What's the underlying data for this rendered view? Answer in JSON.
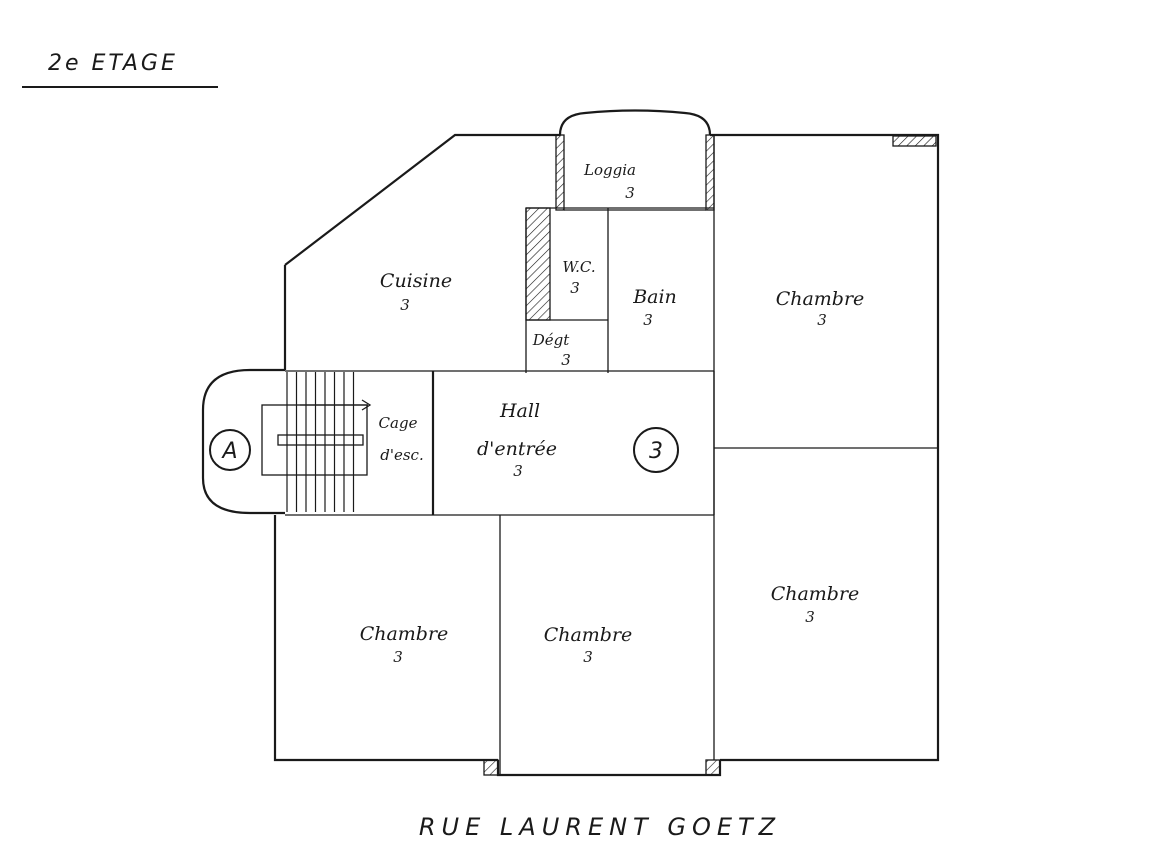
{
  "floor_title": "2e ETAGE",
  "street_name": "RUE LAURENT GOETZ",
  "markers": {
    "stair_marker": "A",
    "apartment_marker": "3"
  },
  "rooms": {
    "loggia": {
      "name": "Loggia",
      "num": "3"
    },
    "cuisine": {
      "name": "Cuisine",
      "num": "3"
    },
    "wc": {
      "name": "W.C.",
      "num": "3"
    },
    "degt": {
      "name": "Dégt",
      "num": "3"
    },
    "bain": {
      "name": "Bain",
      "num": "3"
    },
    "chambre_ne": {
      "name": "Chambre",
      "num": "3"
    },
    "cage_line1": "Cage",
    "cage_line2": "d'esc.",
    "hall_line1": "Hall",
    "hall_line2": "d'entrée",
    "hall_num": "3",
    "chambre_se": {
      "name": "Chambre",
      "num": "3"
    },
    "chambre_sw": {
      "name": "Chambre",
      "num": "3"
    },
    "chambre_s": {
      "name": "Chambre",
      "num": "3"
    }
  }
}
